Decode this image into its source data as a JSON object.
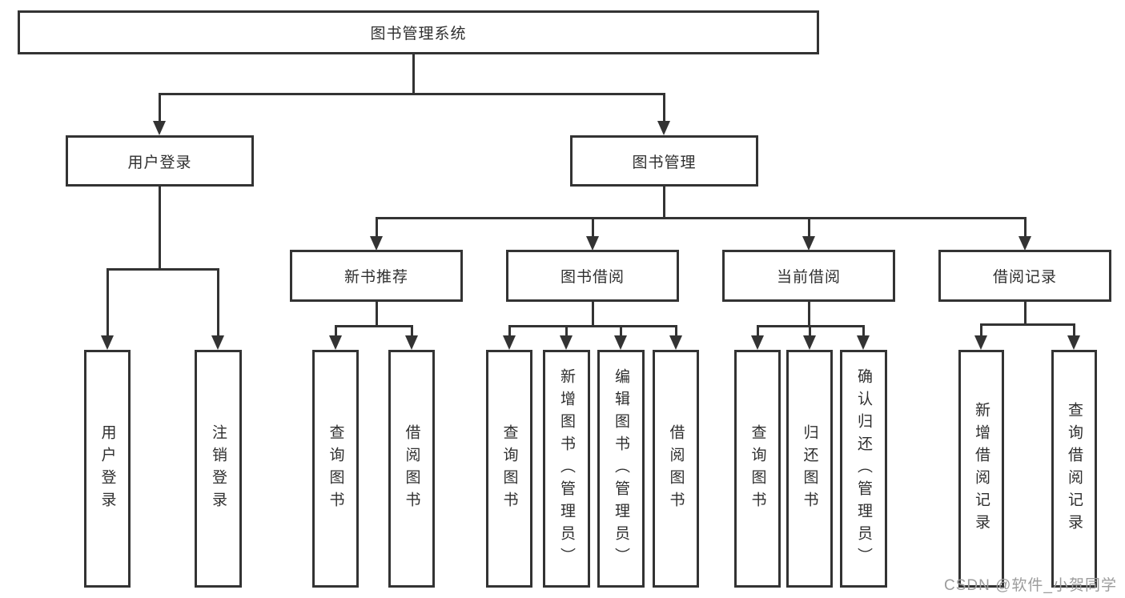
{
  "title": {
    "label": "图书管理系统"
  },
  "branches": {
    "userLogin": {
      "label": "用户登录",
      "children": [
        {
          "label": "用户登录"
        },
        {
          "label": "注销登录"
        }
      ]
    },
    "bookManagement": {
      "label": "图书管理",
      "sections": [
        {
          "label": "新书推荐",
          "children": [
            {
              "label": "查询图书"
            },
            {
              "label": "借阅图书"
            }
          ]
        },
        {
          "label": "图书借阅",
          "children": [
            {
              "label": "查询图书"
            },
            {
              "label": "新增图书（管理员）"
            },
            {
              "label": "编辑图书（管理员）"
            },
            {
              "label": "借阅图书"
            }
          ]
        },
        {
          "label": "当前借阅",
          "children": [
            {
              "label": "查询图书"
            },
            {
              "label": "归还图书"
            },
            {
              "label": "确认归还（管理员）"
            }
          ]
        },
        {
          "label": "借阅记录",
          "children": [
            {
              "label": "新增借阅记录"
            },
            {
              "label": "查询借阅记录"
            }
          ]
        }
      ]
    }
  },
  "watermark": {
    "text": "CSDN @软件_小贺同学"
  },
  "colors": {
    "line": "#333333",
    "text": "#2f2f2f",
    "watermark": "#9c9c9c",
    "bg": "#ffffff"
  }
}
